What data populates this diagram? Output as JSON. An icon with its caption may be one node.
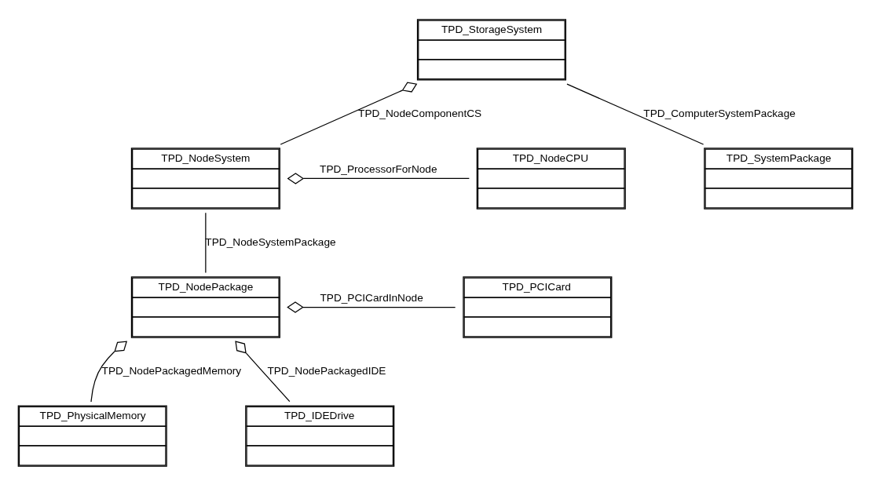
{
  "diagram": {
    "nodes": [
      {
        "text": [
          "TPD_StorageSystem"
        ]
      },
      {
        "text": [
          "TPD_NodeCPU"
        ]
      },
      {
        "text": [
          "TPD_NodeSystem"
        ]
      },
      {
        "text": [
          "TPD_SystemPackage"
        ]
      },
      {
        "text": [
          "TPD_NodePackage"
        ]
      },
      {
        "text": [
          "TPD_PCICard"
        ]
      },
      {
        "text": [
          "TPD_PhysicalMemory"
        ]
      },
      {
        "text": [
          "TPD_IDEDrive"
        ]
      }
    ],
    "edges": [
      {
        "from": 0,
        "to": 3,
        "arrow": "none",
        "label": "TPD_ComputerSystemPackage"
      },
      {
        "from": 0,
        "to": 2,
        "arrow": "other",
        "label": "TPD_NodeComponentCS"
      },
      {
        "from": 2,
        "to": 1,
        "arrow": "other",
        "label": "TPD_ProcessorForNode"
      },
      {
        "from": 2,
        "to": 4,
        "arrow": "none",
        "label": "TPD_NodeSystemPackage"
      },
      {
        "from": 4,
        "to": 5,
        "arrow": "other",
        "label": "TPD_PCICardInNode"
      },
      {
        "from": 4,
        "to": 6,
        "arrow": "other",
        "label": "TPD_NodePackagedMemory"
      },
      {
        "from": 4,
        "to": 7,
        "arrow": "other",
        "label": "TPD_NodePackagedIDE"
      }
    ]
  }
}
